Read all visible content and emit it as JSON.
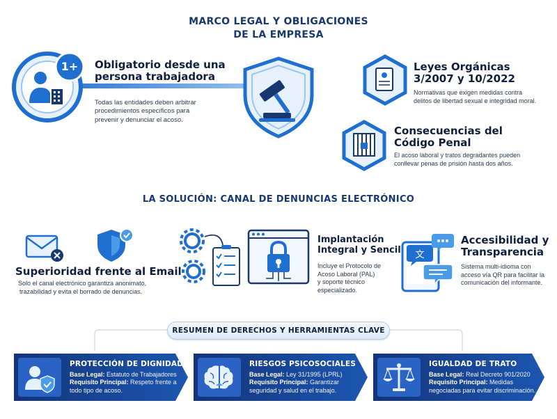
{
  "header": {
    "line1": "MARCO LEGAL Y OBLIGACIONES",
    "line2": "DE LA EMPRESA"
  },
  "obligatorio": {
    "badge": "1+",
    "title_line1": "Obligatorio desde una",
    "title_line2": "persona trabajadora",
    "desc_line1": "Todas las entidades deben arbitrar",
    "desc_line2": "procedimientos específicos para",
    "desc_line3": "prevenir y denunciar el acoso."
  },
  "leyes": {
    "title_line1": "Leyes Orgánicas",
    "title_line2": "3/2007 y 10/2022",
    "desc_line1": "Normativas que exigen medidas contra",
    "desc_line2": "delitos de libertad sexual e integridad moral."
  },
  "penal": {
    "title_line1": "Consecuencias del",
    "title_line2": "Código Penal",
    "desc_line1": "El acoso laboral y tratos degradantes pueden",
    "desc_line2": "conllevar penas de prisión hasta dos años."
  },
  "solution": {
    "title": "LA SOLUCIÓN: CANAL DE DENUNCIAS ELECTRÓNICO"
  },
  "email": {
    "title": "Superioridad frente al Email",
    "desc_line1": "Solo el canal electrónico garantiza anonimato,",
    "desc_line2": "trazabilidad y evita el borrado de denuncias."
  },
  "implantacion": {
    "title_line1": "Implantación",
    "title_line2": "Integral y Sencilla",
    "desc_line1": "Incluye el Protocolo de",
    "desc_line2": "Acoso Laboral (PAL)",
    "desc_line3": "y soporte técnico",
    "desc_line4": "especializado."
  },
  "accesibilidad": {
    "title_line1": "Accesibilidad y",
    "title_line2": "Transparencia",
    "desc_line1": "Sistema multi-idioma con",
    "desc_line2": "acceso vía QR para facilitar la",
    "desc_line3": "comunicación del informante."
  },
  "resumen": {
    "title": "RESUMEN DE DERECHOS Y HERRAMIENTAS CLAVE"
  },
  "banners": [
    {
      "title": "PROTECCIÓN DE DIGNIDAD",
      "base_label": "Base Legal:",
      "base_value": "Estatuto de Trabajadores",
      "req_label": "Requisito Principal:",
      "req_value_line1": "Respeto frente a",
      "req_value_line2": "todo tipo de acoso."
    },
    {
      "title": "RIESGOS PSICOSOCIALES",
      "base_label": "Base Legal:",
      "base_value": "Ley 31/1995 (LPRL)",
      "req_label": "Requisito Principal:",
      "req_value_line1": "Garantizar",
      "req_value_line2": "seguridad y salud en el trabajo."
    },
    {
      "title": "IGUALDAD DE TRATO",
      "base_label": "Base Legal:",
      "base_value": "Real Decreto 901/2020",
      "req_label": "Requisito Principal:",
      "req_value_line1": "Medidas",
      "req_value_line2": "negociadas para evitar discriminación."
    }
  ],
  "colors": {
    "navy": "#17396f",
    "blue": "#1f6fd1",
    "light_blue": "#4a9be8",
    "banner_dark": "#14347a",
    "banner_mid": "#1c56b0"
  },
  "icons": [
    "user-building-icon",
    "shield-gavel-icon",
    "document-icon",
    "prison-icon",
    "envelope-x-icon",
    "shield-check-icon",
    "gears-checklist-icon",
    "lock-browser-icon",
    "tablet-translate-icon",
    "person-shield-icon",
    "brain-icon",
    "scales-icon"
  ]
}
